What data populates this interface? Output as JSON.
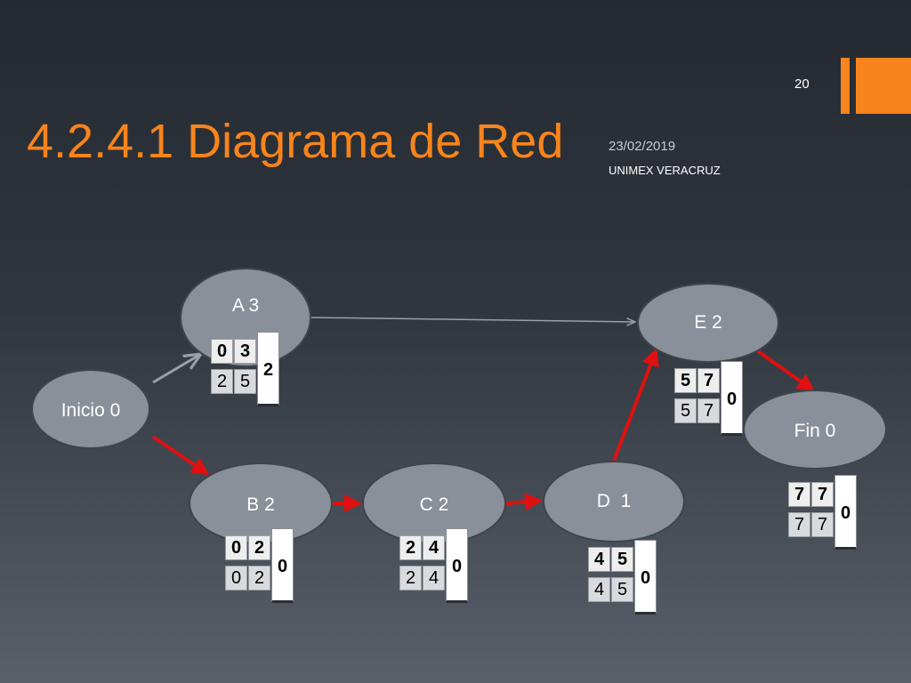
{
  "slide": {
    "title": "4.2.4.1 Diagrama de Red",
    "date": "23/02/2019",
    "organization": "UNIMEX VERACRUZ",
    "page_number": "20",
    "colors": {
      "accent": "#f7841c",
      "critical_edge": "#e01010",
      "normal_edge": "#9aa0a8",
      "node_fill": "#8a909a"
    }
  },
  "nodes": [
    {
      "id": "inicio",
      "label": "Inicio 0"
    },
    {
      "id": "a",
      "label": "A 3",
      "table": {
        "es": "0",
        "ef": "3",
        "ls": "2",
        "lf": "5",
        "slack": "2"
      }
    },
    {
      "id": "b",
      "label": "B 2",
      "table": {
        "es": "0",
        "ef": "2",
        "ls": "0",
        "lf": "2",
        "slack": "0"
      }
    },
    {
      "id": "c",
      "label": "C 2",
      "table": {
        "es": "2",
        "ef": "4",
        "ls": "2",
        "lf": "4",
        "slack": "0"
      }
    },
    {
      "id": "d",
      "label": "D  1",
      "table": {
        "es": "4",
        "ef": "5",
        "ls": "4",
        "lf": "5",
        "slack": "0"
      }
    },
    {
      "id": "e",
      "label": "E 2",
      "table": {
        "es": "5",
        "ef": "7",
        "ls": "5",
        "lf": "7",
        "slack": "0"
      }
    },
    {
      "id": "fin",
      "label": "Fin 0",
      "table": {
        "es": "7",
        "ef": "7",
        "ls": "7",
        "lf": "7",
        "slack": "0"
      }
    }
  ],
  "edges": [
    {
      "from": "inicio",
      "to": "a",
      "critical": false
    },
    {
      "from": "a",
      "to": "e",
      "critical": false
    },
    {
      "from": "inicio",
      "to": "b",
      "critical": true
    },
    {
      "from": "b",
      "to": "c",
      "critical": true
    },
    {
      "from": "c",
      "to": "d",
      "critical": true
    },
    {
      "from": "d",
      "to": "e",
      "critical": true
    },
    {
      "from": "e",
      "to": "fin",
      "critical": true
    }
  ]
}
